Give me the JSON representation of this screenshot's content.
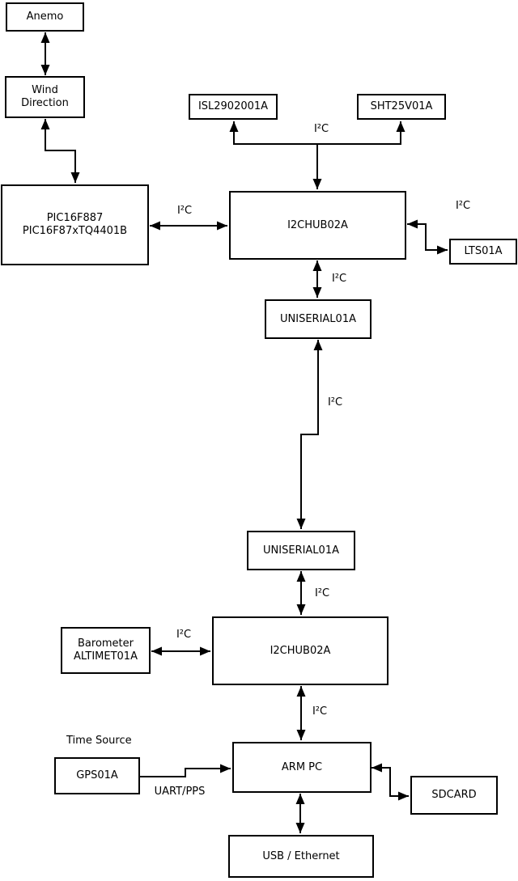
{
  "diagram": {
    "nodes": {
      "anemo": {
        "lines": [
          "Anemo"
        ]
      },
      "wind_direction": {
        "lines": [
          "Wind",
          "Direction"
        ]
      },
      "pic": {
        "lines": [
          "PIC16F887",
          "PIC16F87xTQ4401B"
        ]
      },
      "isl": {
        "lines": [
          "ISL2902001A"
        ]
      },
      "sht": {
        "lines": [
          "SHT25V01A"
        ]
      },
      "i2chub_top": {
        "lines": [
          "I2CHUB02A"
        ]
      },
      "lts": {
        "lines": [
          "LTS01A"
        ]
      },
      "uniserial_top": {
        "lines": [
          "UNISERIAL01A"
        ]
      },
      "uniserial_bottom": {
        "lines": [
          "UNISERIAL01A"
        ]
      },
      "i2chub_bottom": {
        "lines": [
          "I2CHUB02A"
        ]
      },
      "barometer": {
        "lines": [
          "Barometer",
          "ALTIMET01A"
        ]
      },
      "gps": {
        "lines": [
          "GPS01A"
        ]
      },
      "arm_pc": {
        "lines": [
          "ARM PC"
        ]
      },
      "sdcard": {
        "lines": [
          "SDCARD"
        ]
      },
      "usb_ethernet": {
        "lines": [
          "USB / Ethernet"
        ]
      }
    },
    "edge_labels": {
      "i2c_sensors_top": "I²C",
      "i2c_pic_hub": "I²C",
      "i2c_lts": "I²C",
      "i2c_hub_uniserial": "I²C",
      "i2c_uniserial_link": "I²C",
      "i2c_uniserial_hub2": "I²C",
      "i2c_barometer": "I²C",
      "i2c_hub2_armpc": "I²C",
      "time_source": "Time Source",
      "uart_pps": "UART/PPS"
    },
    "colors": {
      "line": "#000000",
      "box_fill": "#ffffff",
      "text": "#000000",
      "background": "#ffffff"
    }
  }
}
